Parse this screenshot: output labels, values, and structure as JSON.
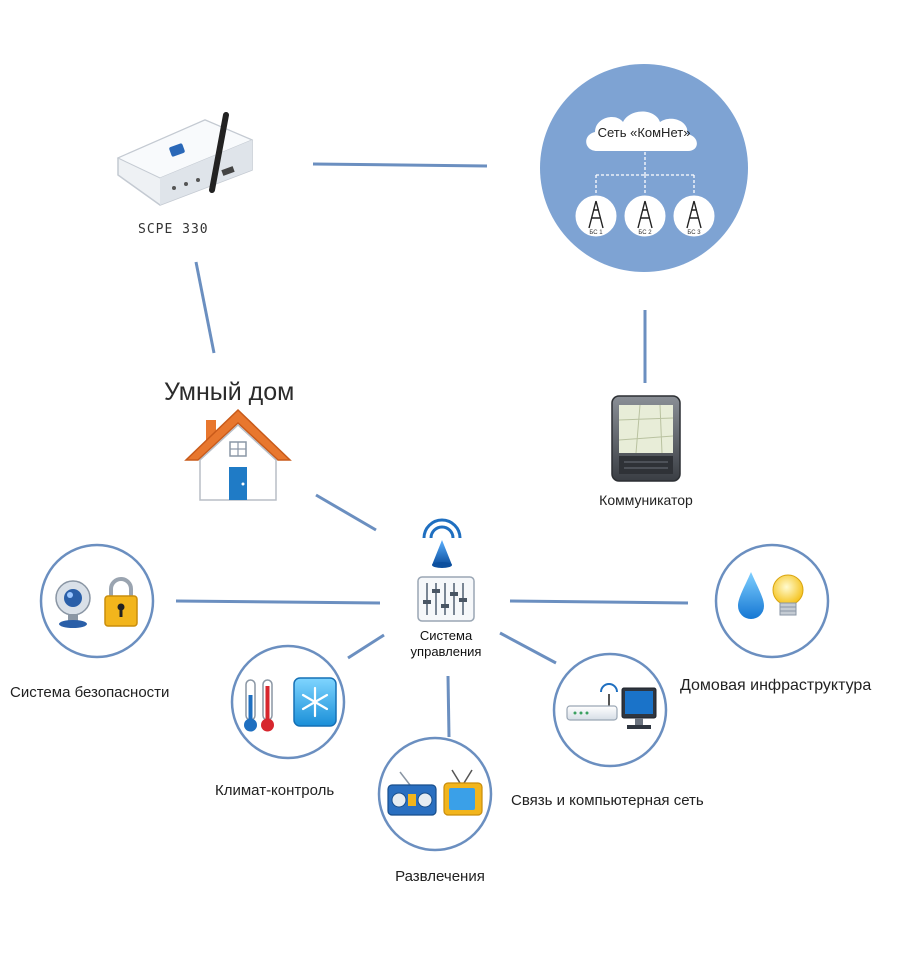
{
  "device": {
    "model_label": "SCPE 330"
  },
  "network": {
    "cloud_label": "Сеть «КомНет»",
    "stations": [
      "БС 1",
      "БС 2",
      "БС 3"
    ]
  },
  "communicator": {
    "label": "Коммуникатор"
  },
  "smart_home": {
    "title": "Умный дом"
  },
  "control_system": {
    "label_line1": "Система",
    "label_line2": "управления"
  },
  "subsystems": {
    "security": "Система безопасности",
    "climate": "Климат-контроль",
    "entertainment": "Развлечения",
    "network": "Связь и компьютерная сеть",
    "infrastructure": "Домовая инфраструктура"
  },
  "colors": {
    "connector": "#6b8fc0",
    "network_circle": "#7ea3d3",
    "house_roof": "#e8772e",
    "accent_blue": "#1f6fc0"
  }
}
